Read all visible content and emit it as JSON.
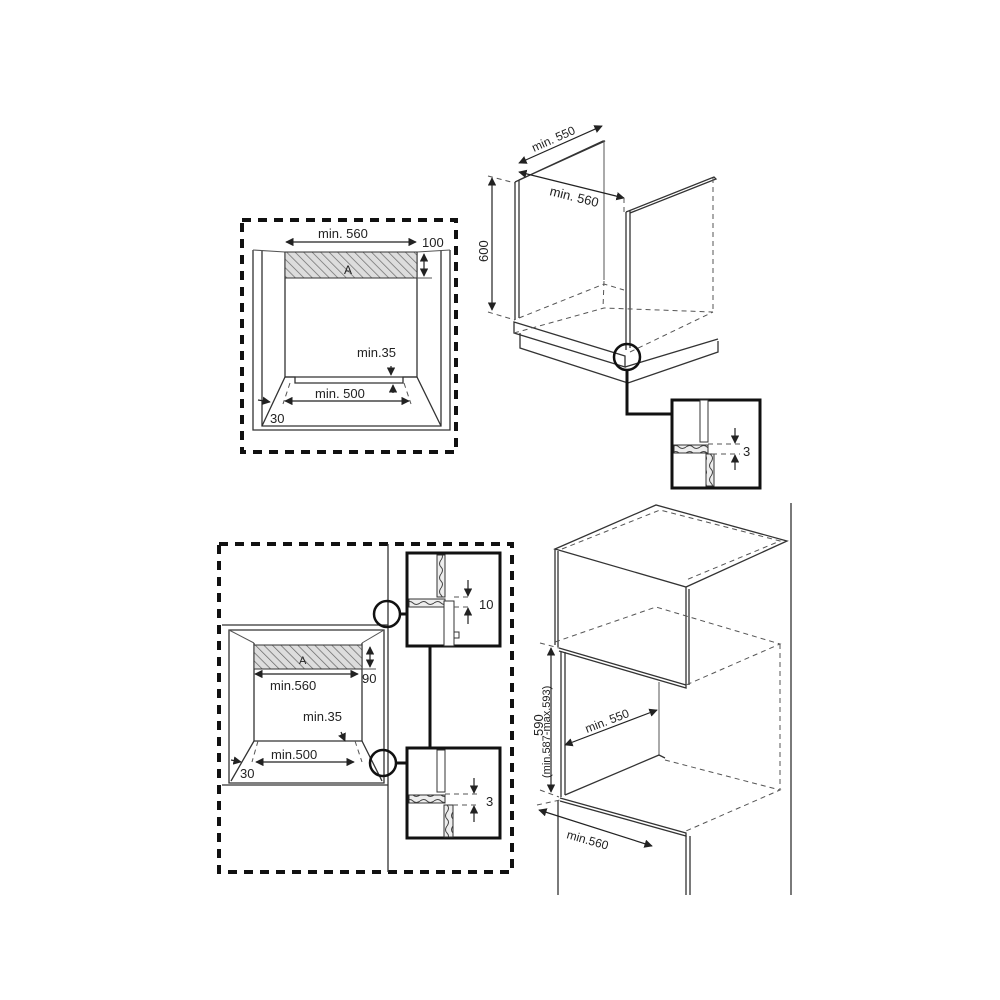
{
  "diagram": {
    "type": "oven-installation-dimensions",
    "units": "mm",
    "panels": [
      {
        "id": "top-left-front-view",
        "labels": {
          "width": "min. 560",
          "ventilation_height": "100",
          "zone": "A",
          "gap": "min.35",
          "depth": "min. 500",
          "side": "30"
        }
      },
      {
        "id": "top-right-undercounter-cabinet",
        "labels": {
          "depth": "min. 550",
          "width": "min. 560",
          "height": "600",
          "detail_gap": "3"
        }
      },
      {
        "id": "bottom-left-front-view",
        "labels": {
          "zone": "A",
          "ventilation_height": "90",
          "width": "min.560",
          "gap": "min.35",
          "depth": "min.500",
          "side": "30",
          "detail_top_gap": "10",
          "detail_bottom_gap": "3"
        }
      },
      {
        "id": "bottom-right-tall-cabinet",
        "labels": {
          "height": "590",
          "height_range": "(min.587-max.593)",
          "depth": "min. 550",
          "width": "min.560"
        }
      }
    ]
  }
}
